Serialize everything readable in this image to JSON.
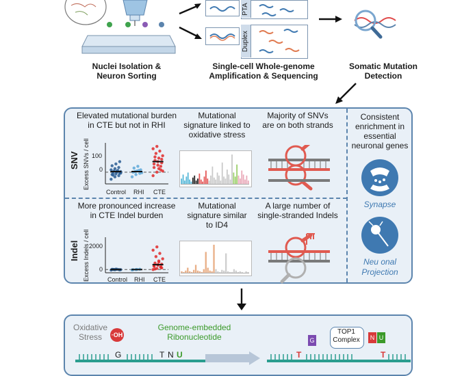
{
  "workflow": {
    "step1": "Nuclei Isolation &\nNeuron Sorting",
    "step2": "Single-cell Whole-genome\nAmplification & Sequencing",
    "step3": "Somatic Mutation\nDetection",
    "card_pta": "PTA",
    "card_duplex": "Duplex"
  },
  "snv_row": {
    "row_label": "SNV",
    "title1": "Elevated mutational burden\nin CTE but not in RHI",
    "title2": "Mutational\nsignature linked to\noxidative stress",
    "title3": "Majority of SNVs\nare on both strands",
    "y_axis_label": "Excess SNVs / cell",
    "y_ticks": [
      "100",
      "0"
    ],
    "x_ticks": [
      "Control",
      "RHI",
      "CTE"
    ]
  },
  "indel_row": {
    "row_label": "Indel",
    "title1": "More pronounced increase\nin CTE Indel burden",
    "title2": "Mutational\nsignature similar\nto ID4",
    "title3": "A large number of\nsingle-stranded Indels",
    "y_axis_label": "Excess Indels / cell",
    "y_ticks": [
      "2000",
      "0"
    ],
    "x_ticks": [
      "Control",
      "RHI",
      "CTE"
    ]
  },
  "right_column": {
    "title": "Consistent\nenrichment in\nessential\nneuronal genes",
    "synapse_label": "Synapse",
    "projection_label": "Neu onal\nProjection"
  },
  "bottom": {
    "oxidative_stress": "Oxidative\nStress",
    "oh_label": "·OH",
    "genome_embedded": "Genome-embedded\nRibonucleotide",
    "left_bases": [
      "G",
      "T",
      "N",
      "U"
    ],
    "top1_label": "TOP1\nComplex",
    "right_bases": [
      "T",
      "T"
    ],
    "flag_g": "G",
    "flag_n": "N",
    "flag_u": "U"
  },
  "colors": {
    "panel_border": "#5b84ad",
    "panel_fill": "#e9f0f7",
    "control": "#2a5d93",
    "rhi": "#5ea8d8",
    "cte": "#e02a2a",
    "green_text": "#3b9a2a",
    "accent_blue": "#3f79b1"
  },
  "chart_data": [
    {
      "type": "scatter",
      "title": "Elevated mutational burden in CTE but not in RHI",
      "ylabel": "Excess SNVs / cell",
      "categories": [
        "Control",
        "RHI",
        "CTE"
      ],
      "ylim": [
        -100,
        250
      ],
      "series": [
        {
          "name": "Control",
          "values": [
            -60,
            -40,
            -30,
            -20,
            -15,
            -10,
            -5,
            0,
            5,
            10,
            15,
            20,
            30,
            40,
            55,
            70,
            90,
            -25,
            8,
            -8
          ]
        },
        {
          "name": "RHI",
          "values": [
            -40,
            -20,
            -10,
            0,
            10,
            20,
            35,
            50,
            -5,
            5,
            15
          ]
        },
        {
          "name": "CTE",
          "values": [
            -30,
            0,
            20,
            40,
            60,
            80,
            100,
            120,
            140,
            160,
            180,
            200,
            220,
            50,
            70,
            90,
            110,
            130,
            30,
            10
          ]
        }
      ]
    },
    {
      "type": "scatter",
      "title": "More pronounced increase in CTE Indel burden",
      "ylabel": "Excess Indels / cell",
      "categories": [
        "Control",
        "RHI",
        "CTE"
      ],
      "ylim": [
        -300,
        3000
      ],
      "series": [
        {
          "name": "Control",
          "values": [
            -50,
            -20,
            0,
            20,
            40,
            -30,
            10,
            30,
            -10,
            5
          ]
        },
        {
          "name": "RHI",
          "values": [
            -40,
            0,
            30,
            -10,
            15
          ]
        },
        {
          "name": "CTE",
          "values": [
            0,
            100,
            200,
            300,
            400,
            500,
            600,
            800,
            1000,
            1200,
            1500,
            1800,
            2100,
            250,
            350,
            450,
            150,
            50,
            700
          ]
        }
      ]
    },
    {
      "type": "bar",
      "title": "Mutational signature linked to oxidative stress",
      "values": [
        6,
        10,
        4,
        8,
        12,
        5,
        3,
        7,
        9,
        4,
        6,
        11,
        5,
        3,
        8,
        14,
        6,
        4,
        9,
        18,
        7,
        5,
        12,
        9,
        4,
        22,
        8,
        6,
        15,
        10,
        5,
        30,
        12,
        8,
        20,
        9,
        6,
        14,
        10,
        5,
        9,
        4
      ],
      "series_colors": [
        "#56b7d8",
        "#56b7d8",
        "#56b7d8",
        "#56b7d8",
        "#56b7d8",
        "#56b7d8",
        "#56b7d8",
        "#222222",
        "#222222",
        "#222222",
        "#222222",
        "#e45555",
        "#e45555",
        "#e45555",
        "#e45555",
        "#e45555",
        "#e45555",
        "#c9c9c9",
        "#c9c9c9",
        "#c9c9c9",
        "#c9c9c9",
        "#c9c9c9",
        "#c9c9c9",
        "#c9c9c9",
        "#c9c9c9",
        "#c9c9c9",
        "#c9c9c9",
        "#c9c9c9",
        "#c9c9c9",
        "#c9c9c9",
        "#c9c9c9",
        "#c9c9c9",
        "#9bcf6a",
        "#9bcf6a",
        "#9bcf6a",
        "#e9a9b9",
        "#e9a9b9",
        "#e9a9b9",
        "#e9a9b9",
        "#e9a9b9",
        "#e9a9b9",
        "#e9a9b9"
      ]
    },
    {
      "type": "bar",
      "title": "Mutational signature similar to ID4",
      "values": [
        3,
        2,
        4,
        8,
        3,
        2,
        5,
        12,
        4,
        3,
        2,
        6,
        30,
        8,
        4,
        3,
        40,
        6,
        3,
        2,
        5,
        4,
        28,
        3,
        2,
        2,
        6,
        4,
        2,
        3,
        2,
        1,
        3,
        2
      ],
      "series_colors": [
        "#e9b089",
        "#e9b089",
        "#e9b089",
        "#e9b089",
        "#e9b089",
        "#e9b089",
        "#e9b089",
        "#e9b089",
        "#e9b089",
        "#e9b089",
        "#e9b089",
        "#e9b089",
        "#e9b089",
        "#e9b089",
        "#e9b089",
        "#e9b089",
        "#e9b089",
        "#cfcfcf",
        "#cfcfcf",
        "#cfcfcf",
        "#cfcfcf",
        "#cfcfcf",
        "#cfcfcf",
        "#cfcfcf",
        "#cfcfcf",
        "#cfcfcf",
        "#cfcfcf",
        "#cfcfcf",
        "#cfcfcf",
        "#cfcfcf",
        "#cfcfcf",
        "#cfcfcf",
        "#cfcfcf",
        "#cfcfcf"
      ]
    }
  ]
}
